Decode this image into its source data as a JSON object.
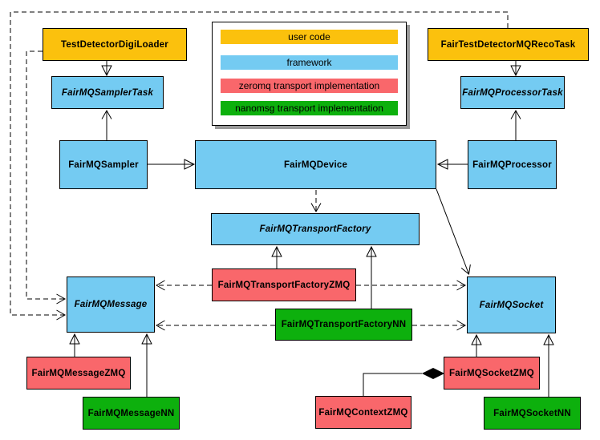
{
  "palette": {
    "user_code": "#FBC10D",
    "framework": "#74CBF2",
    "zeromq": "#F9676B",
    "nanomsg": "#0DB00D",
    "line": "#000000",
    "background": "#FFFFFF",
    "legend_shadow": "#999999"
  },
  "legend": {
    "items": [
      {
        "label": "user code",
        "category": "user_code"
      },
      {
        "label": "framework",
        "category": "framework"
      },
      {
        "label": "zeromq transport implementation",
        "category": "zeromq"
      },
      {
        "label": "nanomsg transport implementation",
        "category": "nanomsg"
      }
    ]
  },
  "nodes": {
    "digiLoader": {
      "label": "TestDetectorDigiLoader",
      "category": "user_code",
      "abstract": false
    },
    "recoTask": {
      "label": "FairTestDetectorMQRecoTask",
      "category": "user_code",
      "abstract": false
    },
    "samplerTask": {
      "label": "FairMQSamplerTask",
      "category": "framework",
      "abstract": true
    },
    "processorTask": {
      "label": "FairMQProcessorTask",
      "category": "framework",
      "abstract": true
    },
    "sampler": {
      "label": "FairMQSampler",
      "category": "framework",
      "abstract": false
    },
    "device": {
      "label": "FairMQDevice",
      "category": "framework",
      "abstract": false
    },
    "processor": {
      "label": "FairMQProcessor",
      "category": "framework",
      "abstract": false
    },
    "transportFactory": {
      "label": "FairMQTransportFactory",
      "category": "framework",
      "abstract": true
    },
    "transportFactoryZMQ": {
      "label": "FairMQTransportFactoryZMQ",
      "category": "zeromq",
      "abstract": false
    },
    "transportFactoryNN": {
      "label": "FairMQTransportFactoryNN",
      "category": "nanomsg",
      "abstract": false
    },
    "message": {
      "label": "FairMQMessage",
      "category": "framework",
      "abstract": true
    },
    "socket": {
      "label": "FairMQSocket",
      "category": "framework",
      "abstract": true
    },
    "messageZMQ": {
      "label": "FairMQMessageZMQ",
      "category": "zeromq",
      "abstract": false
    },
    "messageNN": {
      "label": "FairMQMessageNN",
      "category": "nanomsg",
      "abstract": false
    },
    "socketZMQ": {
      "label": "FairMQSocketZMQ",
      "category": "zeromq",
      "abstract": false
    },
    "socketNN": {
      "label": "FairMQSocketNN",
      "category": "nanomsg",
      "abstract": false
    },
    "contextZMQ": {
      "label": "FairMQContextZMQ",
      "category": "zeromq",
      "abstract": false
    }
  },
  "edges": [
    {
      "from": "digiLoader",
      "to": "samplerTask",
      "type": "inheritance"
    },
    {
      "from": "recoTask",
      "to": "processorTask",
      "type": "inheritance"
    },
    {
      "from": "sampler",
      "to": "samplerTask",
      "type": "association"
    },
    {
      "from": "processor",
      "to": "processorTask",
      "type": "association"
    },
    {
      "from": "sampler",
      "to": "device",
      "type": "inheritance"
    },
    {
      "from": "processor",
      "to": "device",
      "type": "inheritance"
    },
    {
      "from": "device",
      "to": "transportFactory",
      "type": "dependency"
    },
    {
      "from": "device",
      "to": "socket",
      "type": "association"
    },
    {
      "from": "transportFactoryZMQ",
      "to": "transportFactory",
      "type": "inheritance"
    },
    {
      "from": "transportFactoryNN",
      "to": "transportFactory",
      "type": "inheritance"
    },
    {
      "from": "transportFactoryZMQ",
      "to": "message",
      "type": "dependency"
    },
    {
      "from": "transportFactoryZMQ",
      "to": "socket",
      "type": "dependency"
    },
    {
      "from": "transportFactoryNN",
      "to": "message",
      "type": "dependency"
    },
    {
      "from": "transportFactoryNN",
      "to": "socket",
      "type": "dependency"
    },
    {
      "from": "digiLoader",
      "to": "message",
      "type": "dependency"
    },
    {
      "from": "recoTask",
      "to": "message",
      "type": "dependency"
    },
    {
      "from": "messageZMQ",
      "to": "message",
      "type": "inheritance"
    },
    {
      "from": "messageNN",
      "to": "message",
      "type": "inheritance"
    },
    {
      "from": "socketZMQ",
      "to": "socket",
      "type": "inheritance"
    },
    {
      "from": "socketNN",
      "to": "socket",
      "type": "inheritance"
    },
    {
      "from": "contextZMQ",
      "to": "socketZMQ",
      "type": "composition"
    }
  ]
}
